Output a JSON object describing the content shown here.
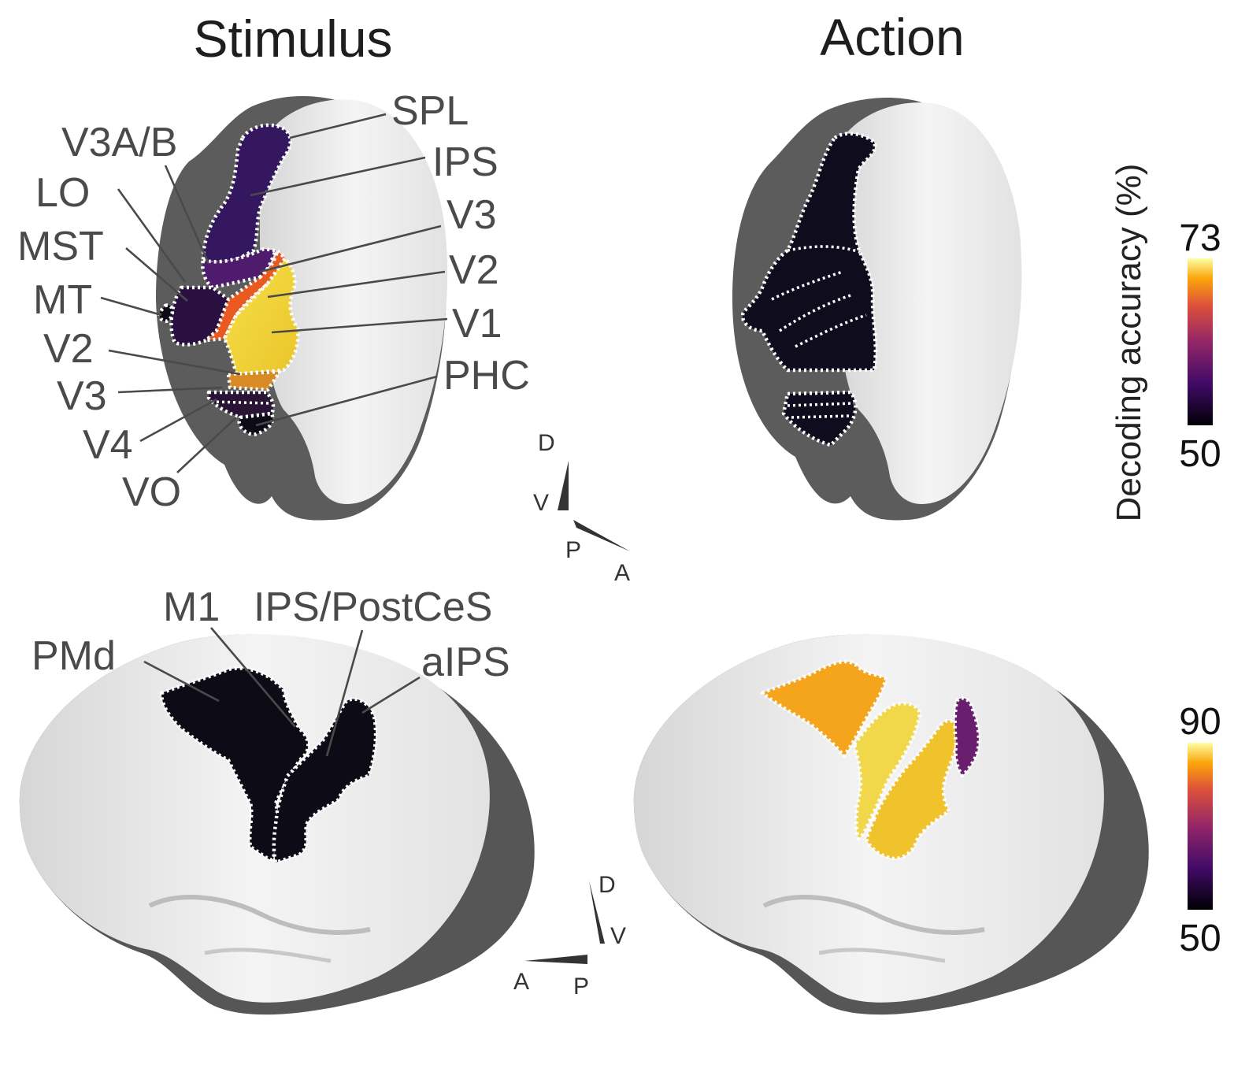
{
  "headings": {
    "stimulus": "Stimulus",
    "action": "Action"
  },
  "posterior_labels": {
    "spl": "SPL",
    "v3ab": "V3A/B",
    "ips": "IPS",
    "lo": "LO",
    "v3_dorsal": "V3",
    "mst": "MST",
    "v2_dorsal": "V2",
    "mt": "MT",
    "v1": "V1",
    "v2_ventral": "V2",
    "phc": "PHC",
    "v3_ventral": "V3",
    "v4": "V4",
    "vo": "VO"
  },
  "lateral_labels": {
    "m1": "M1",
    "ips_postces": "IPS/PostCeS",
    "pmd": "PMd",
    "aips": "aIPS"
  },
  "orientation_top": {
    "d": "D",
    "v": "V",
    "p": "P",
    "a": "A"
  },
  "orientation_bottom": {
    "d": "D",
    "v": "V",
    "a": "A",
    "p": "P"
  },
  "colorbar_top": {
    "title": "Decoding accuracy (%)",
    "max": "73",
    "min": "50"
  },
  "colorbar_bottom": {
    "max": "90",
    "min": "50"
  },
  "colors": {
    "level_dark": "#0d0b16",
    "level_purple": "#3a1a6a",
    "level_magenta": "#6a1f6e",
    "level_orange": "#e85a20",
    "level_amber": "#f5a51c",
    "level_yellow": "#f3d431",
    "brain_light": "#ececec",
    "brain_dark": "#5a5a5a"
  }
}
